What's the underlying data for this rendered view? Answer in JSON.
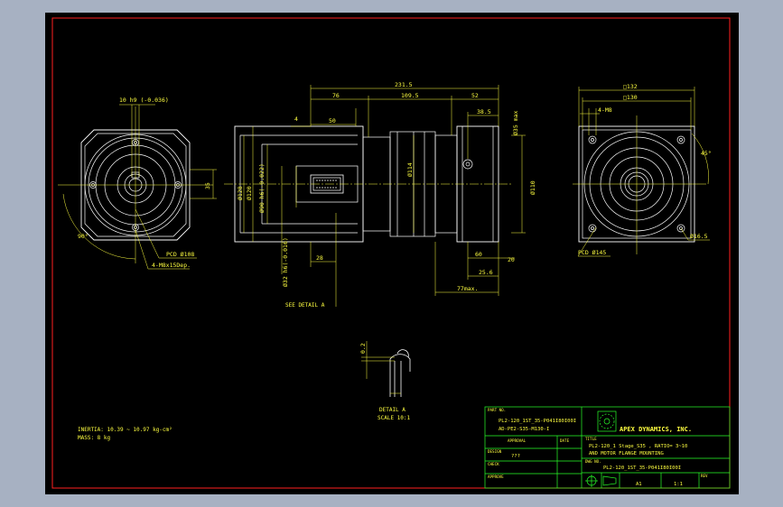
{
  "views": {
    "left": {
      "dims": [
        "10 h9 (-0.036)",
        "35",
        "PCD Ø108",
        "4-M8x15Dep.",
        "90°"
      ]
    },
    "side": {
      "dims": [
        "231.5",
        "76",
        "109.5",
        "52",
        "50",
        "38.5",
        "Ø35 max",
        "Ø128",
        "Ø120",
        "Ø90 h6(-0.022)",
        "Ø114",
        "Ø110",
        "Ø32 h6(-0.016)",
        "28",
        "60",
        "25.6",
        "20",
        "77max.",
        "4"
      ],
      "see_detail": "SEE DETAIL A"
    },
    "right": {
      "dims": [
        "□132",
        "□130",
        "4-M8",
        "45°",
        "Ø16.5",
        "PCD Ø145"
      ]
    },
    "detail": {
      "dim": "0.2",
      "title": "DETAIL A",
      "scale": "SCALE 10:1"
    }
  },
  "notes": {
    "inertia": "INERTIA: 10.39 ~ 10.97 kg-cm²",
    "mass": "MASS: 8  kg"
  },
  "title_block": {
    "part_no_label": "PART NO.",
    "part_no_1": "PL2-120_1ST_35-P041I80I00I",
    "part_no_2": "AD-PE2-S35-M130-I",
    "company": "APEX DYNAMICS, INC.",
    "approval_label": "APPROVAL",
    "date_label": "DATE",
    "title_label": "TITLE",
    "title_1": "PL2-120_1 Stage_S35 , RATIO= 3~10",
    "title_2": "AND MOTOR FLANGE MOUNTING",
    "design_label": "DESIGN",
    "design_value": "???",
    "check_label": "CHECK",
    "dwg_label": "DWG NO.",
    "dwg_value": "PL2-120_1ST_35-P041I80I00I",
    "approve_label": "APPROVE",
    "size": "A1",
    "scale": "1:1",
    "rev_label": "REV"
  },
  "colors": {
    "background": "#a7b1c2",
    "sheet": "#000000",
    "frame": "#ff2020",
    "geometry": "#ffffff",
    "dimension": "#ffff40",
    "titleblock": "#28ff28"
  }
}
